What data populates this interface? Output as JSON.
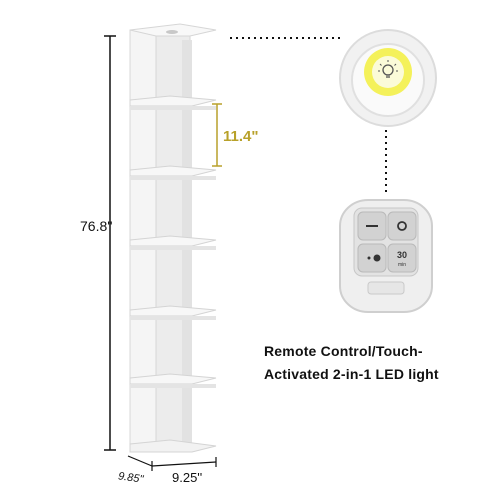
{
  "dimensions": {
    "height": "76.8''",
    "shelf_spacing": "11.4\"",
    "depth": "9.85\"",
    "width": "9.25''"
  },
  "remote": {
    "off_symbol": "—",
    "on_symbol": "O",
    "timer_label": "30",
    "timer_unit": "min"
  },
  "caption": {
    "line1": "Remote Control/Touch-",
    "line2": "Activated 2-in-1 LED light"
  },
  "colors": {
    "spacing_accent": "#b8a12a",
    "light_glow": "#f4f15a"
  }
}
